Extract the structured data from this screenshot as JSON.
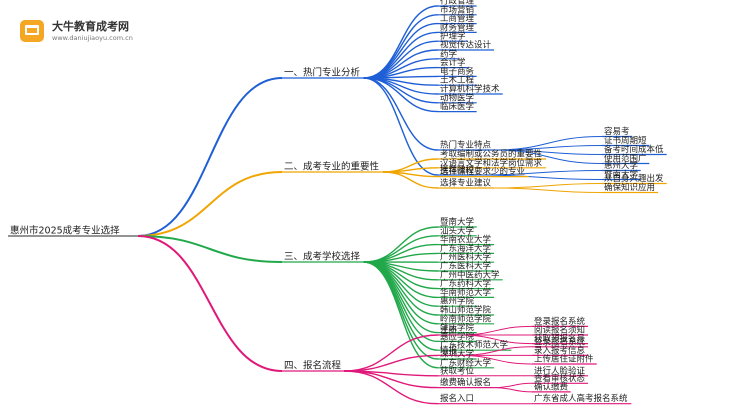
{
  "logo": {
    "title": "大牛教育成考网",
    "url": "www.daniujiaoyu.com.cn",
    "icon": "book-badge-icon"
  },
  "root": "惠州市2025成考专业选择",
  "colors": {
    "s1": "#1f5fd6",
    "s2": "#f0a500",
    "s3": "#21a84a",
    "s4": "#e0187a",
    "root": "#555555"
  },
  "sections": [
    {
      "label": "一、热门专业分析",
      "children": [
        {
          "label": "行政管理"
        },
        {
          "label": "市场营销"
        },
        {
          "label": "工商管理"
        },
        {
          "label": "财务管理"
        },
        {
          "label": "护理学"
        },
        {
          "label": "视觉传达设计"
        },
        {
          "label": "药学"
        },
        {
          "label": "会计学"
        },
        {
          "label": "电子商务"
        },
        {
          "label": "土木工程"
        },
        {
          "label": "计算机科学技术"
        },
        {
          "label": "动物医学"
        },
        {
          "label": "临床医学"
        },
        {
          "label": "热门专业特点",
          "children": [
            "容易考",
            "证书周期短",
            "备考时间成本低",
            "使用范围广"
          ]
        },
        {
          "label": "推荐院校",
          "children": [
            "惠州大学",
            "暨南大学"
          ]
        }
      ]
    },
    {
      "label": "二、成考专业的重要性",
      "children": [
        {
          "label": "考取编制或公务员的重要性"
        },
        {
          "label": "汉语言文学和法学岗位需求"
        },
        {
          "label": "选择课程要求少的专业"
        },
        {
          "label": "选择专业建议",
          "children": [
            "从自身兴趣出发",
            "确保知识应用"
          ]
        }
      ]
    },
    {
      "label": "三、成考学校选择",
      "children": [
        {
          "label": "暨南大学"
        },
        {
          "label": "汕头大学"
        },
        {
          "label": "华南农业大学"
        },
        {
          "label": "广东海洋大学"
        },
        {
          "label": "广州医科大学"
        },
        {
          "label": "广东医科大学"
        },
        {
          "label": "广州中医药大学"
        },
        {
          "label": "广东药科大学"
        },
        {
          "label": "华南师范大学"
        },
        {
          "label": "惠州学院"
        },
        {
          "label": "韩山师范学院"
        },
        {
          "label": "岭南师范学院"
        },
        {
          "label": "肇庆学院"
        },
        {
          "label": "嘉应学院"
        },
        {
          "label": "广东技术师范大学"
        },
        {
          "label": "深圳大学"
        },
        {
          "label": "广东财经大学"
        }
      ]
    },
    {
      "label": "四、报名流程",
      "children": [
        {
          "label": "注册",
          "children": [
            "登录报名系统",
            "阅读报名须知",
            "获取预报名号"
          ]
        },
        {
          "label": "填报",
          "children": [
            "登录报名系统",
            "录入报考信息",
            "上传居住证附件"
          ]
        },
        {
          "label": "获取考位",
          "children": [
            "进行人脸验证"
          ]
        },
        {
          "label": "缴费确认报名",
          "children": [
            "查看审核状态",
            "确认缴费"
          ]
        },
        {
          "label": "报名入口",
          "children": [
            "广东省成人高考报名系统"
          ]
        }
      ]
    }
  ]
}
